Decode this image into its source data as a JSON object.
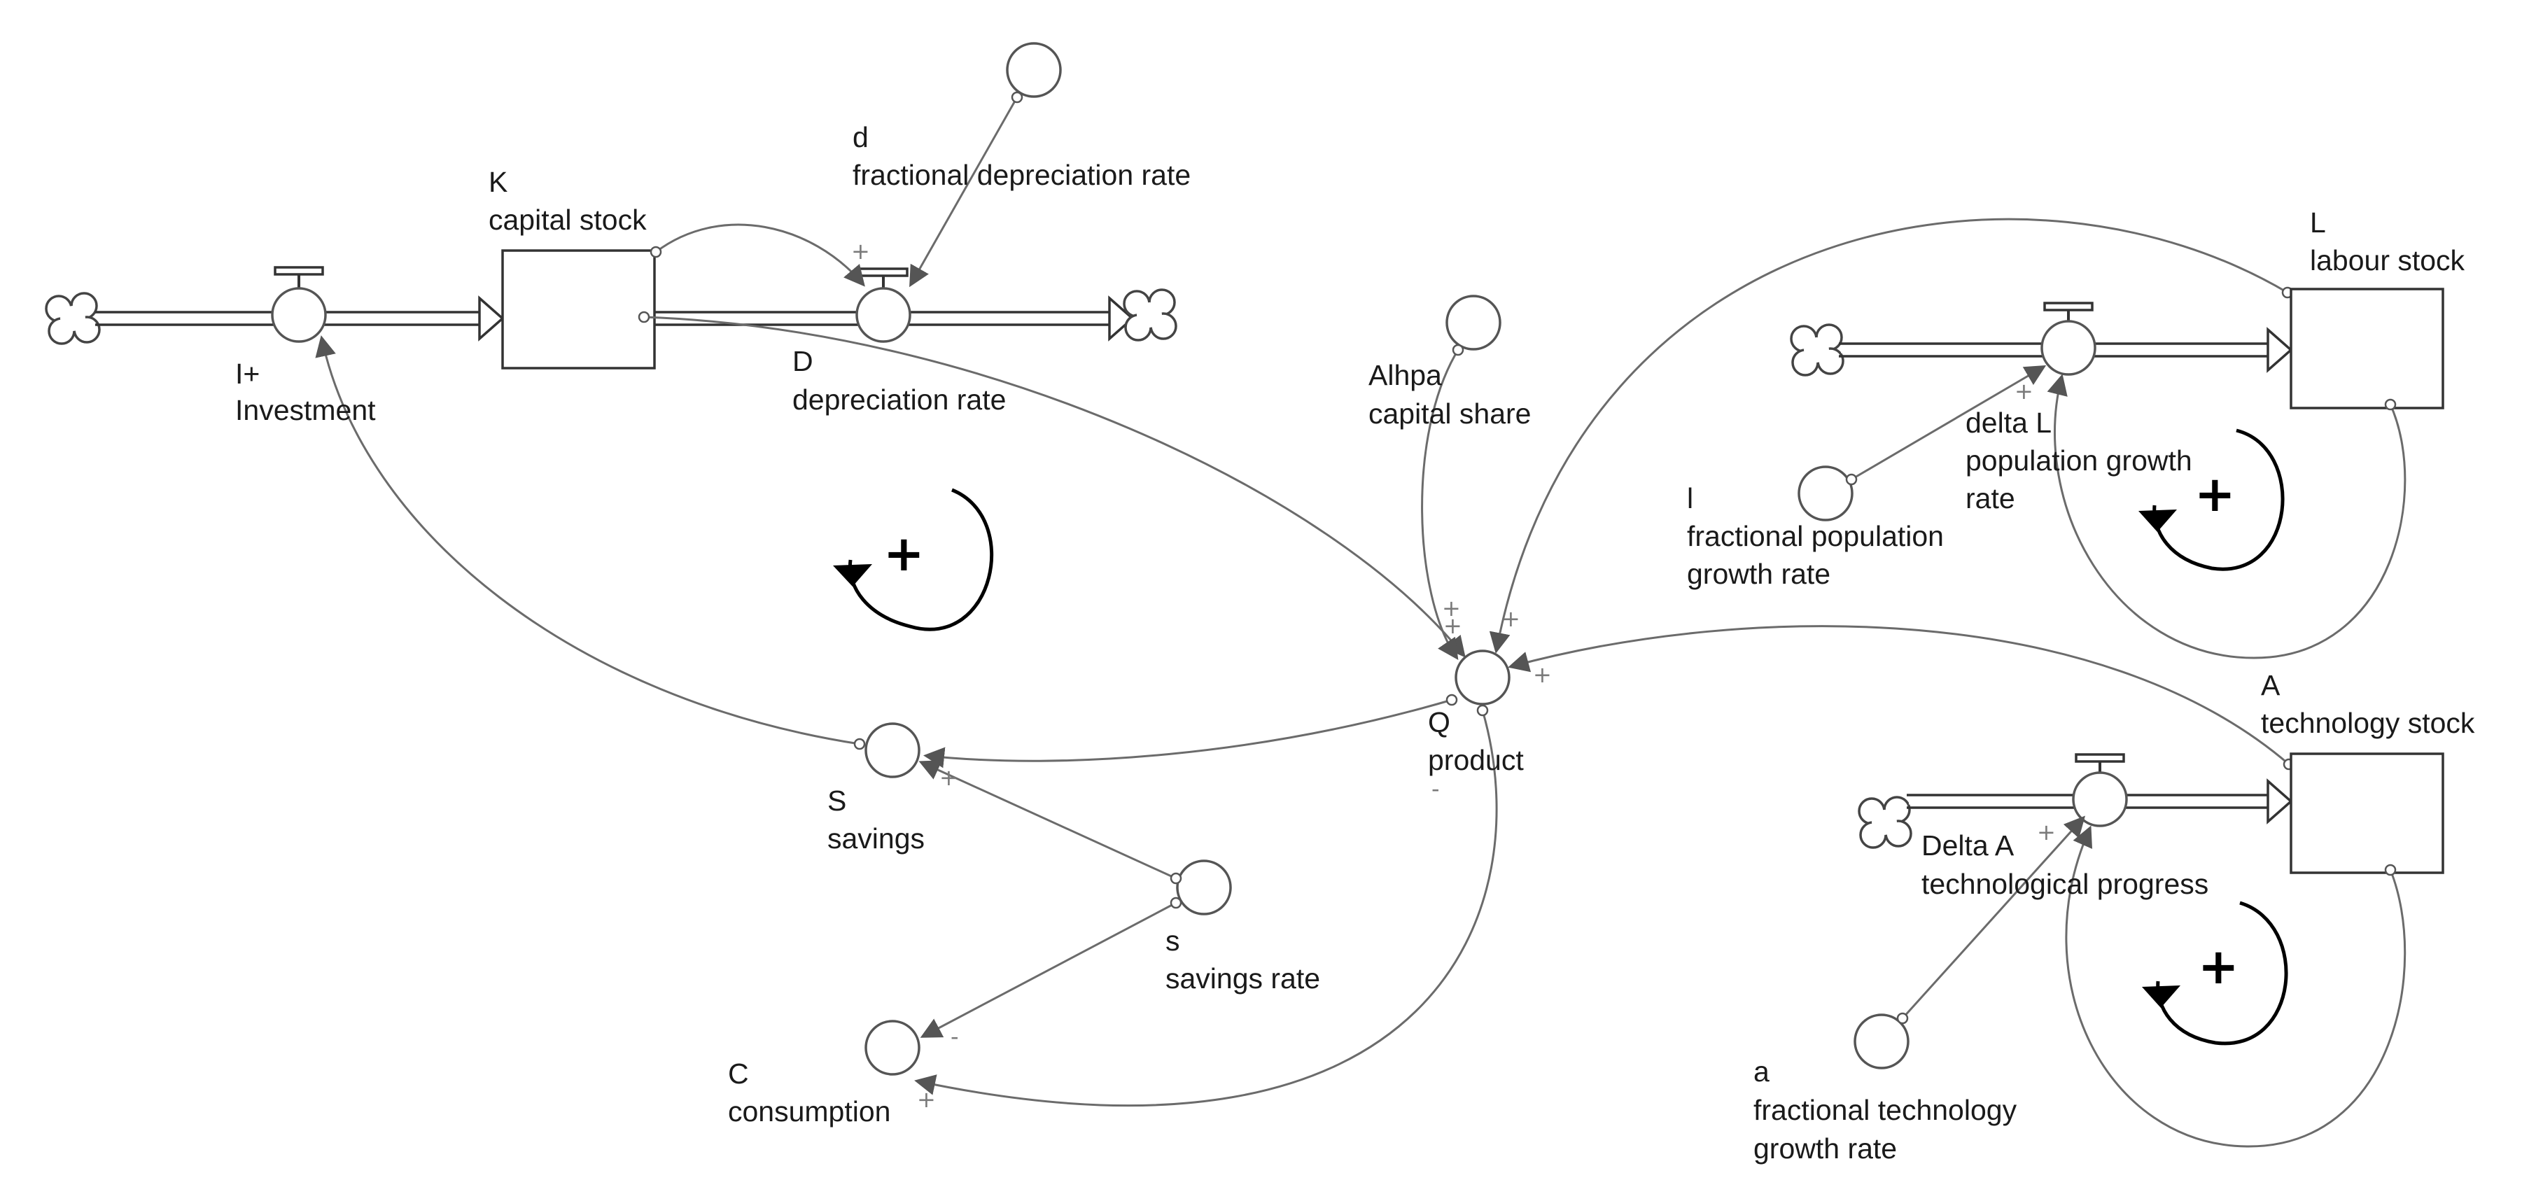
{
  "diagram": {
    "stocks": {
      "capital": {
        "symbol": "K",
        "name": "capital stock"
      },
      "labour": {
        "symbol": "L",
        "name": "labour stock"
      },
      "technology": {
        "symbol": "A",
        "name": "technology stock"
      }
    },
    "flows": {
      "investment": {
        "symbol": "I+",
        "name": "Investment"
      },
      "depreciation": {
        "symbol": "D",
        "name": "depreciation rate"
      },
      "population_growth": {
        "symbol": "delta L",
        "name_line1": "population growth",
        "name_line2": "rate"
      },
      "tech_progress": {
        "symbol": "Delta A",
        "name": "technological progress"
      }
    },
    "auxiliaries": {
      "dep_rate": {
        "symbol": "d",
        "name": "fractional depreciation rate"
      },
      "alpha": {
        "symbol": "Alhpa",
        "name": "capital share"
      },
      "product": {
        "symbol": "Q",
        "name": "product"
      },
      "savings": {
        "symbol": "S",
        "name": "savings"
      },
      "savings_rate": {
        "symbol": "s",
        "name": "savings rate"
      },
      "consumption": {
        "symbol": "C",
        "name": "consumption"
      },
      "pop_rate": {
        "symbol": "l",
        "name_line1": "fractional population",
        "name_line2": "growth rate"
      },
      "tech_rate": {
        "symbol": "a",
        "name_line1": "fractional technology",
        "name_line2": "growth rate"
      }
    },
    "link_signs": {
      "plus": "+",
      "minus": "-",
      "minus_alt": "-"
    },
    "loops": {
      "capital_loop": "+",
      "labour_loop": "+",
      "technology_loop": "+"
    }
  }
}
